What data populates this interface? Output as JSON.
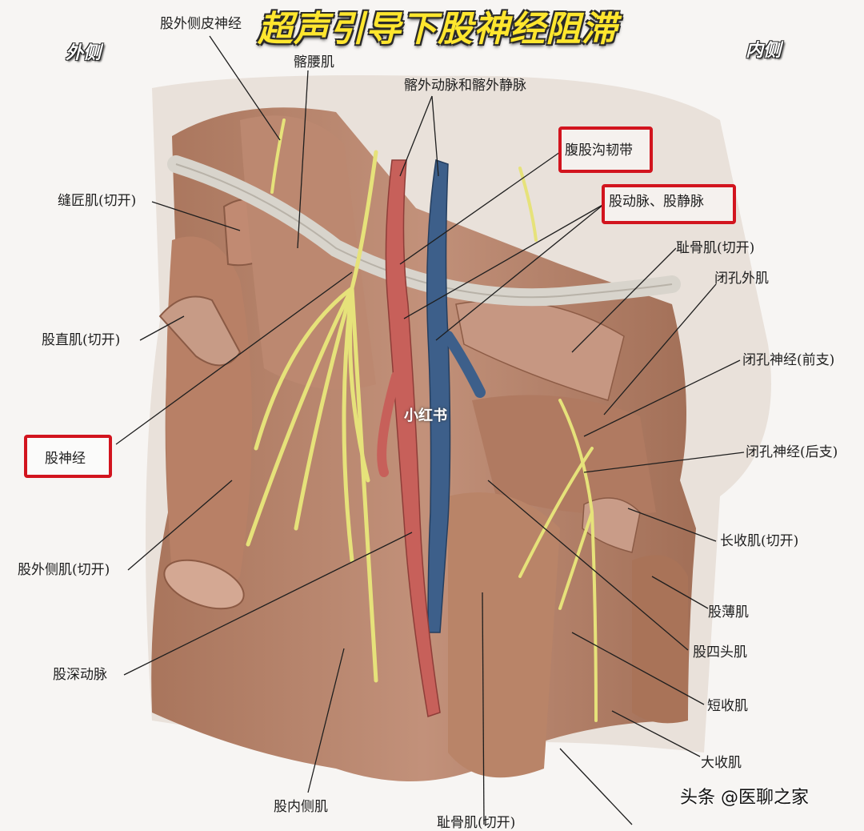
{
  "title": "超声引导下股神经阻滞",
  "orientation": {
    "lateral": "外侧",
    "medial": "内侧"
  },
  "labels": {
    "lat_fem_cut_nerve": "股外侧皮神经",
    "iliopsoas": "髂腰肌",
    "iliac_vessels": "髂外动脉和髂外静脉",
    "inguinal_ligament": "腹股沟韧带",
    "femoral_vessels": "股动脉、股静脉",
    "sartorius": "缝匠肌(切开)",
    "pectineus": "耻骨肌(切开)",
    "obturator_externus": "闭孔外肌",
    "rectus_femoris": "股直肌(切开)",
    "obturator_nerve_ant": "闭孔神经(前支)",
    "femoral_nerve": "股神经",
    "obturator_nerve_post": "闭孔神经(后支)",
    "vastus_lateralis": "股外侧肌(切开)",
    "adductor_longus": "长收肌(切开)",
    "gracilis": "股薄肌",
    "quadriceps": "股四头肌",
    "deep_femoral_artery": "股深动脉",
    "adductor_brevis": "短收肌",
    "adductor_magnus": "大收肌",
    "vastus_medialis": "股内侧肌",
    "bottom_cut": "耻骨肌(切开)"
  },
  "highlighted": [
    "腹股沟韧带",
    "股动脉、股静脉",
    "股神经"
  ],
  "watermark": "小红书",
  "credit": "头条 @医聊之家",
  "colors": {
    "highlight_box": "#d2141e",
    "title": "#ffe62e",
    "nerve": "#e6e27a",
    "artery": "#c7605a",
    "vein": "#3d5f8a",
    "muscle": "#b98468"
  }
}
